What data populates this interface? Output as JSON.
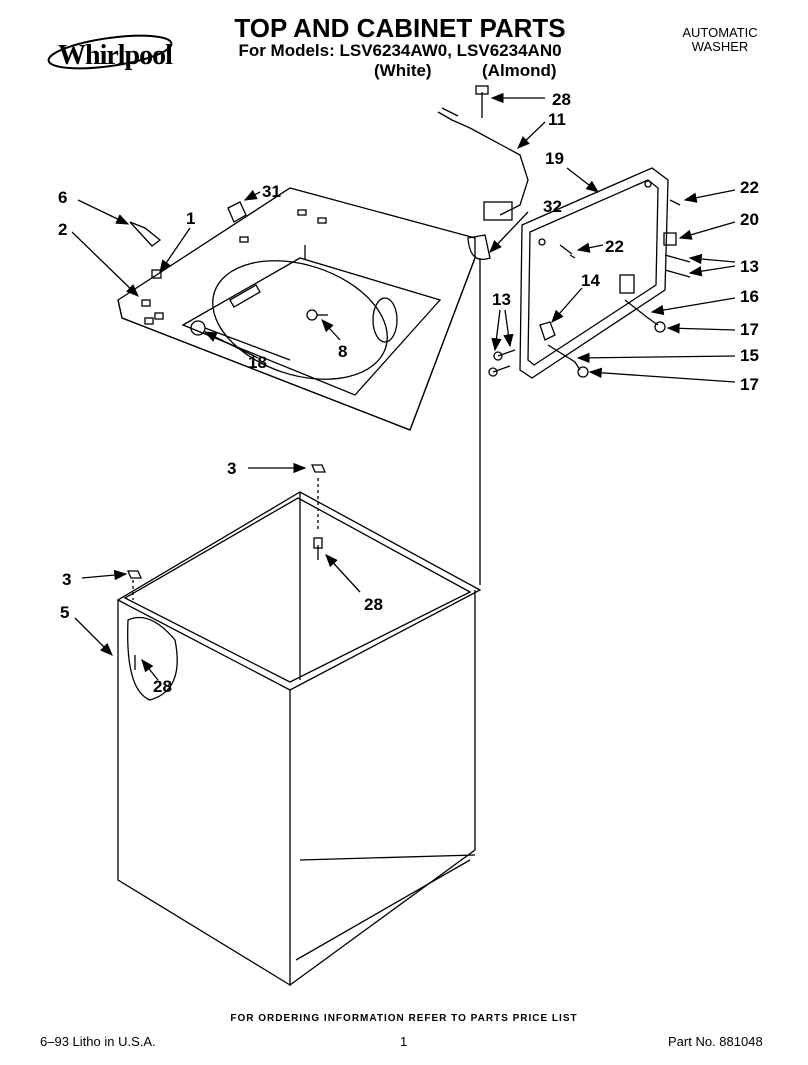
{
  "brand": "Whirlpool",
  "header": {
    "title": "TOP AND CABINET PARTS",
    "subtitle": "For Models: LSV6234AW0, LSV6234AN0",
    "variant_white": "(White)",
    "variant_almond": "(Almond)",
    "product_type_line1": "AUTOMATIC",
    "product_type_line2": "WASHER"
  },
  "callouts": {
    "c28_top": "28",
    "c11": "11",
    "c19": "19",
    "c31": "31",
    "c6": "6",
    "c1": "1",
    "c2": "2",
    "c32": "32",
    "c22_a": "22",
    "c20": "20",
    "c22_b": "22",
    "c13_r": "13",
    "c14": "14",
    "c16": "16",
    "c13_l": "13",
    "c17_a": "17",
    "c15": "15",
    "c17_b": "17",
    "c8": "8",
    "c18": "18",
    "c3_a": "3",
    "c3_b": "3",
    "c28_mid": "28",
    "c5": "5",
    "c28_low": "28"
  },
  "footer": {
    "ordering_note": "FOR ORDERING INFORMATION REFER TO PARTS PRICE LIST",
    "litho": "6–93 Litho in U.S.A.",
    "page_number": "1",
    "part_number": "Part No. 881048"
  }
}
